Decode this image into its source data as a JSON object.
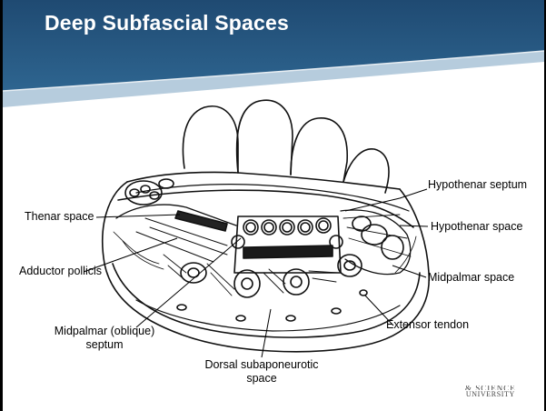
{
  "slide": {
    "title": "Deep Subfascial Spaces",
    "banner_color_top": "#1f4a72",
    "banner_color_bottom": "#2e6590",
    "accent_line_color": "#e8eef3"
  },
  "labels": {
    "hypothenar_septum": "Hypothenar septum",
    "thenar_space": "Thenar space",
    "hypothenar_space": "Hypothenar space",
    "adductor_pollicis": "Adductor pollicis",
    "midpalmar_space": "Midpalmar space",
    "midpalmar_oblique_septum_line1": "Midpalmar (oblique)",
    "midpalmar_oblique_septum_line2": "septum",
    "extensor_tendon": "Extensor tendon",
    "dorsal_subaponeurotic_line1": "Dorsal subaponeurotic",
    "dorsal_subaponeurotic_line2": "space"
  },
  "logo": {
    "line1": "& SCIENCE",
    "line2": "UNIVERSITY"
  }
}
